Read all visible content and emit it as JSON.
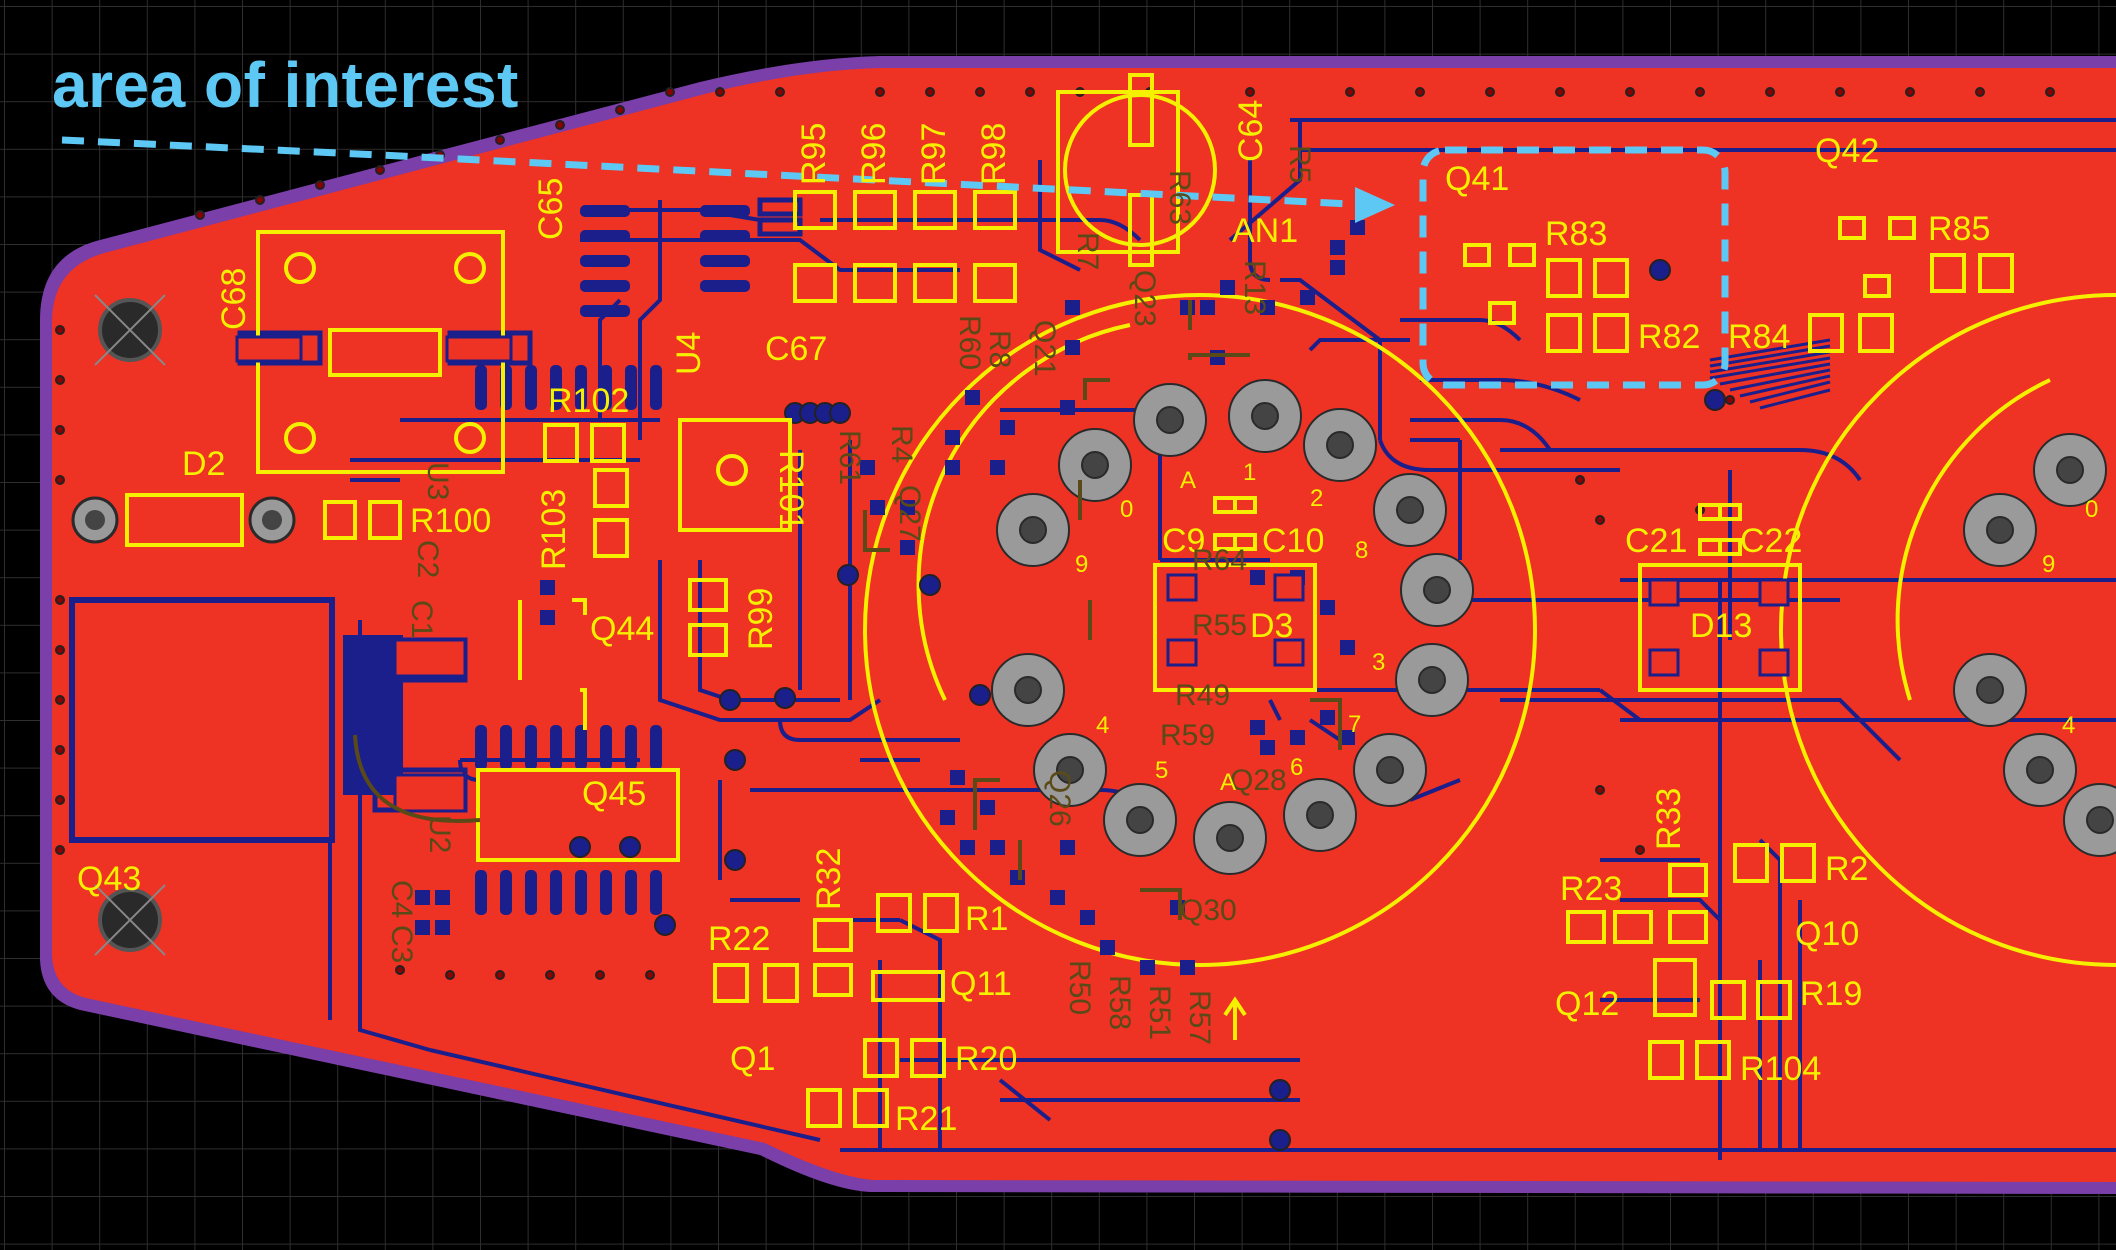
{
  "annotation": {
    "label": "area of interest",
    "color": "#5ec8f5"
  },
  "colors": {
    "background": "#000000",
    "grid": "#2e2e2e",
    "copper": "#ee3224",
    "trace": "#1a1f8c",
    "silkscreen": "#f5f000",
    "silk_bottom": "#5a4a18",
    "via": "#808080",
    "outline": "#7a3fa8",
    "highlight": "#5ec8f5"
  },
  "designators": [
    "R95",
    "R96",
    "R97",
    "R98",
    "C65",
    "C64",
    "C68",
    "U4",
    "C67",
    "AN1",
    "Q41",
    "Q42",
    "R83",
    "R85",
    "R82",
    "R84",
    "R102",
    "D2",
    "R103",
    "R101",
    "R100",
    "C9",
    "C10",
    "D3",
    "C21",
    "C22",
    "D13",
    "Q44",
    "R99",
    "Q45",
    "Q43",
    "R32",
    "R1",
    "R22",
    "Q11",
    "Q1",
    "R20",
    "R21",
    "R33",
    "R23",
    "R2",
    "Q10",
    "Q12",
    "R19",
    "R104"
  ],
  "bottom_labels": [
    "U3",
    "C2",
    "C1",
    "C4",
    "C3",
    "U2",
    "R61",
    "R4",
    "Q27",
    "R60",
    "R8",
    "Q21",
    "R7",
    "R63",
    "R5",
    "Q23",
    "R13",
    "R64",
    "R55",
    "R49",
    "R59",
    "Q28",
    "Q26",
    "R58",
    "R50",
    "R51",
    "R57",
    "Q30"
  ],
  "pin_numbers": [
    "0",
    "1",
    "2",
    "8",
    "9",
    "4",
    "5",
    "A",
    "6",
    "7",
    "3",
    "A",
    "0",
    "9",
    "4"
  ]
}
